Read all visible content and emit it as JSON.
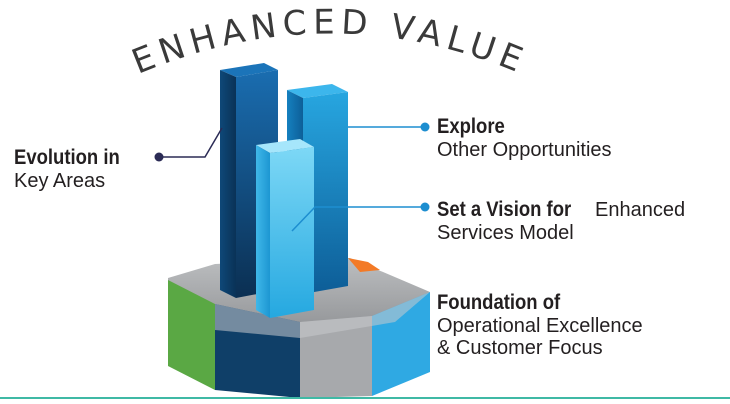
{
  "title": "ENHANCED VALUE",
  "colors": {
    "dark_blue": "#0f4c81",
    "mid_blue": "#1e8dcb",
    "light_blue": "#47c3ee",
    "navy_leader": "#2b2b55",
    "accent_blue_dot": "#1d8ed0",
    "green": "#5aa844",
    "orange": "#f37a26",
    "gray": "#a7a9ac",
    "rule": "#3fb9a5"
  },
  "labels": {
    "evolution": {
      "bold": "Evolution in",
      "regular": "Key Areas"
    },
    "explore": {
      "bold": "Explore",
      "regular": "Other Opportunities"
    },
    "vision": {
      "bold": "Set a Vision for",
      "regular_inline": " Enhanced",
      "regular": "Services Model"
    },
    "foundation": {
      "bold": "Foundation of",
      "regular_line1": "Operational Excellence",
      "regular_line2": "& Customer Focus"
    }
  }
}
